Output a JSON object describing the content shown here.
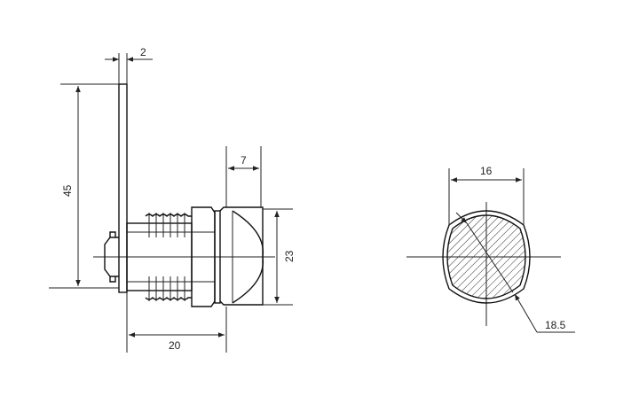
{
  "dimensions": {
    "plate_thickness": "2",
    "lever_length": "45",
    "head_depth": "7",
    "head_diameter": "23",
    "body_length": "20",
    "cylinder_flat_width": "16",
    "cylinder_diameter": "18.5"
  },
  "colors": {
    "line": "#222222",
    "hatch": "#333333",
    "background": "#ffffff"
  }
}
